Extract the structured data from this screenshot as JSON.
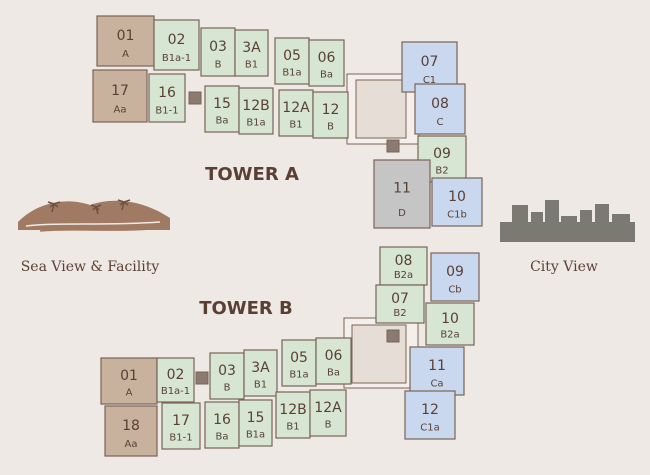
{
  "colors": {
    "background": "#efe9e5",
    "sea_unit": "#c8b29e",
    "standard_unit": "#d6e6d3",
    "city_unit": "#c9d8ee",
    "core_unit": "#c5c5c5",
    "outline": "#7a6457",
    "text": "#5a3f34"
  },
  "tower_a": {
    "title": "TOWER A",
    "units": [
      {
        "number": "01",
        "type": "A"
      },
      {
        "number": "02",
        "type": "B1a-1"
      },
      {
        "number": "03",
        "type": "B"
      },
      {
        "number": "3A",
        "type": "B1"
      },
      {
        "number": "05",
        "type": "B1a"
      },
      {
        "number": "06",
        "type": "Ba"
      },
      {
        "number": "17",
        "type": "Aa"
      },
      {
        "number": "16",
        "type": "B1-1"
      },
      {
        "number": "15",
        "type": "Ba"
      },
      {
        "number": "12B",
        "type": "B1a"
      },
      {
        "number": "12A",
        "type": "B1"
      },
      {
        "number": "12",
        "type": "B"
      },
      {
        "number": "07",
        "type": "C1"
      },
      {
        "number": "08",
        "type": "C"
      },
      {
        "number": "09",
        "type": "B2"
      },
      {
        "number": "10",
        "type": "C1b"
      },
      {
        "number": "11",
        "type": "D"
      }
    ]
  },
  "tower_b": {
    "title": "TOWER B",
    "units": [
      {
        "number": "08",
        "type": "B2a"
      },
      {
        "number": "09",
        "type": "Cb"
      },
      {
        "number": "07",
        "type": "B2"
      },
      {
        "number": "10",
        "type": "B2a"
      },
      {
        "number": "11",
        "type": "Ca"
      },
      {
        "number": "12",
        "type": "C1a"
      },
      {
        "number": "01",
        "type": "A"
      },
      {
        "number": "02",
        "type": "B1a-1"
      },
      {
        "number": "03",
        "type": "B"
      },
      {
        "number": "3A",
        "type": "B1"
      },
      {
        "number": "05",
        "type": "B1a"
      },
      {
        "number": "06",
        "type": "Ba"
      },
      {
        "number": "18",
        "type": "Aa"
      },
      {
        "number": "17",
        "type": "B1-1"
      },
      {
        "number": "16",
        "type": "Ba"
      },
      {
        "number": "15",
        "type": "B1a"
      },
      {
        "number": "12B",
        "type": "B1"
      },
      {
        "number": "12A",
        "type": "B"
      }
    ]
  },
  "sea_view_label": "Sea View & Facility",
  "city_view_label": "City View"
}
